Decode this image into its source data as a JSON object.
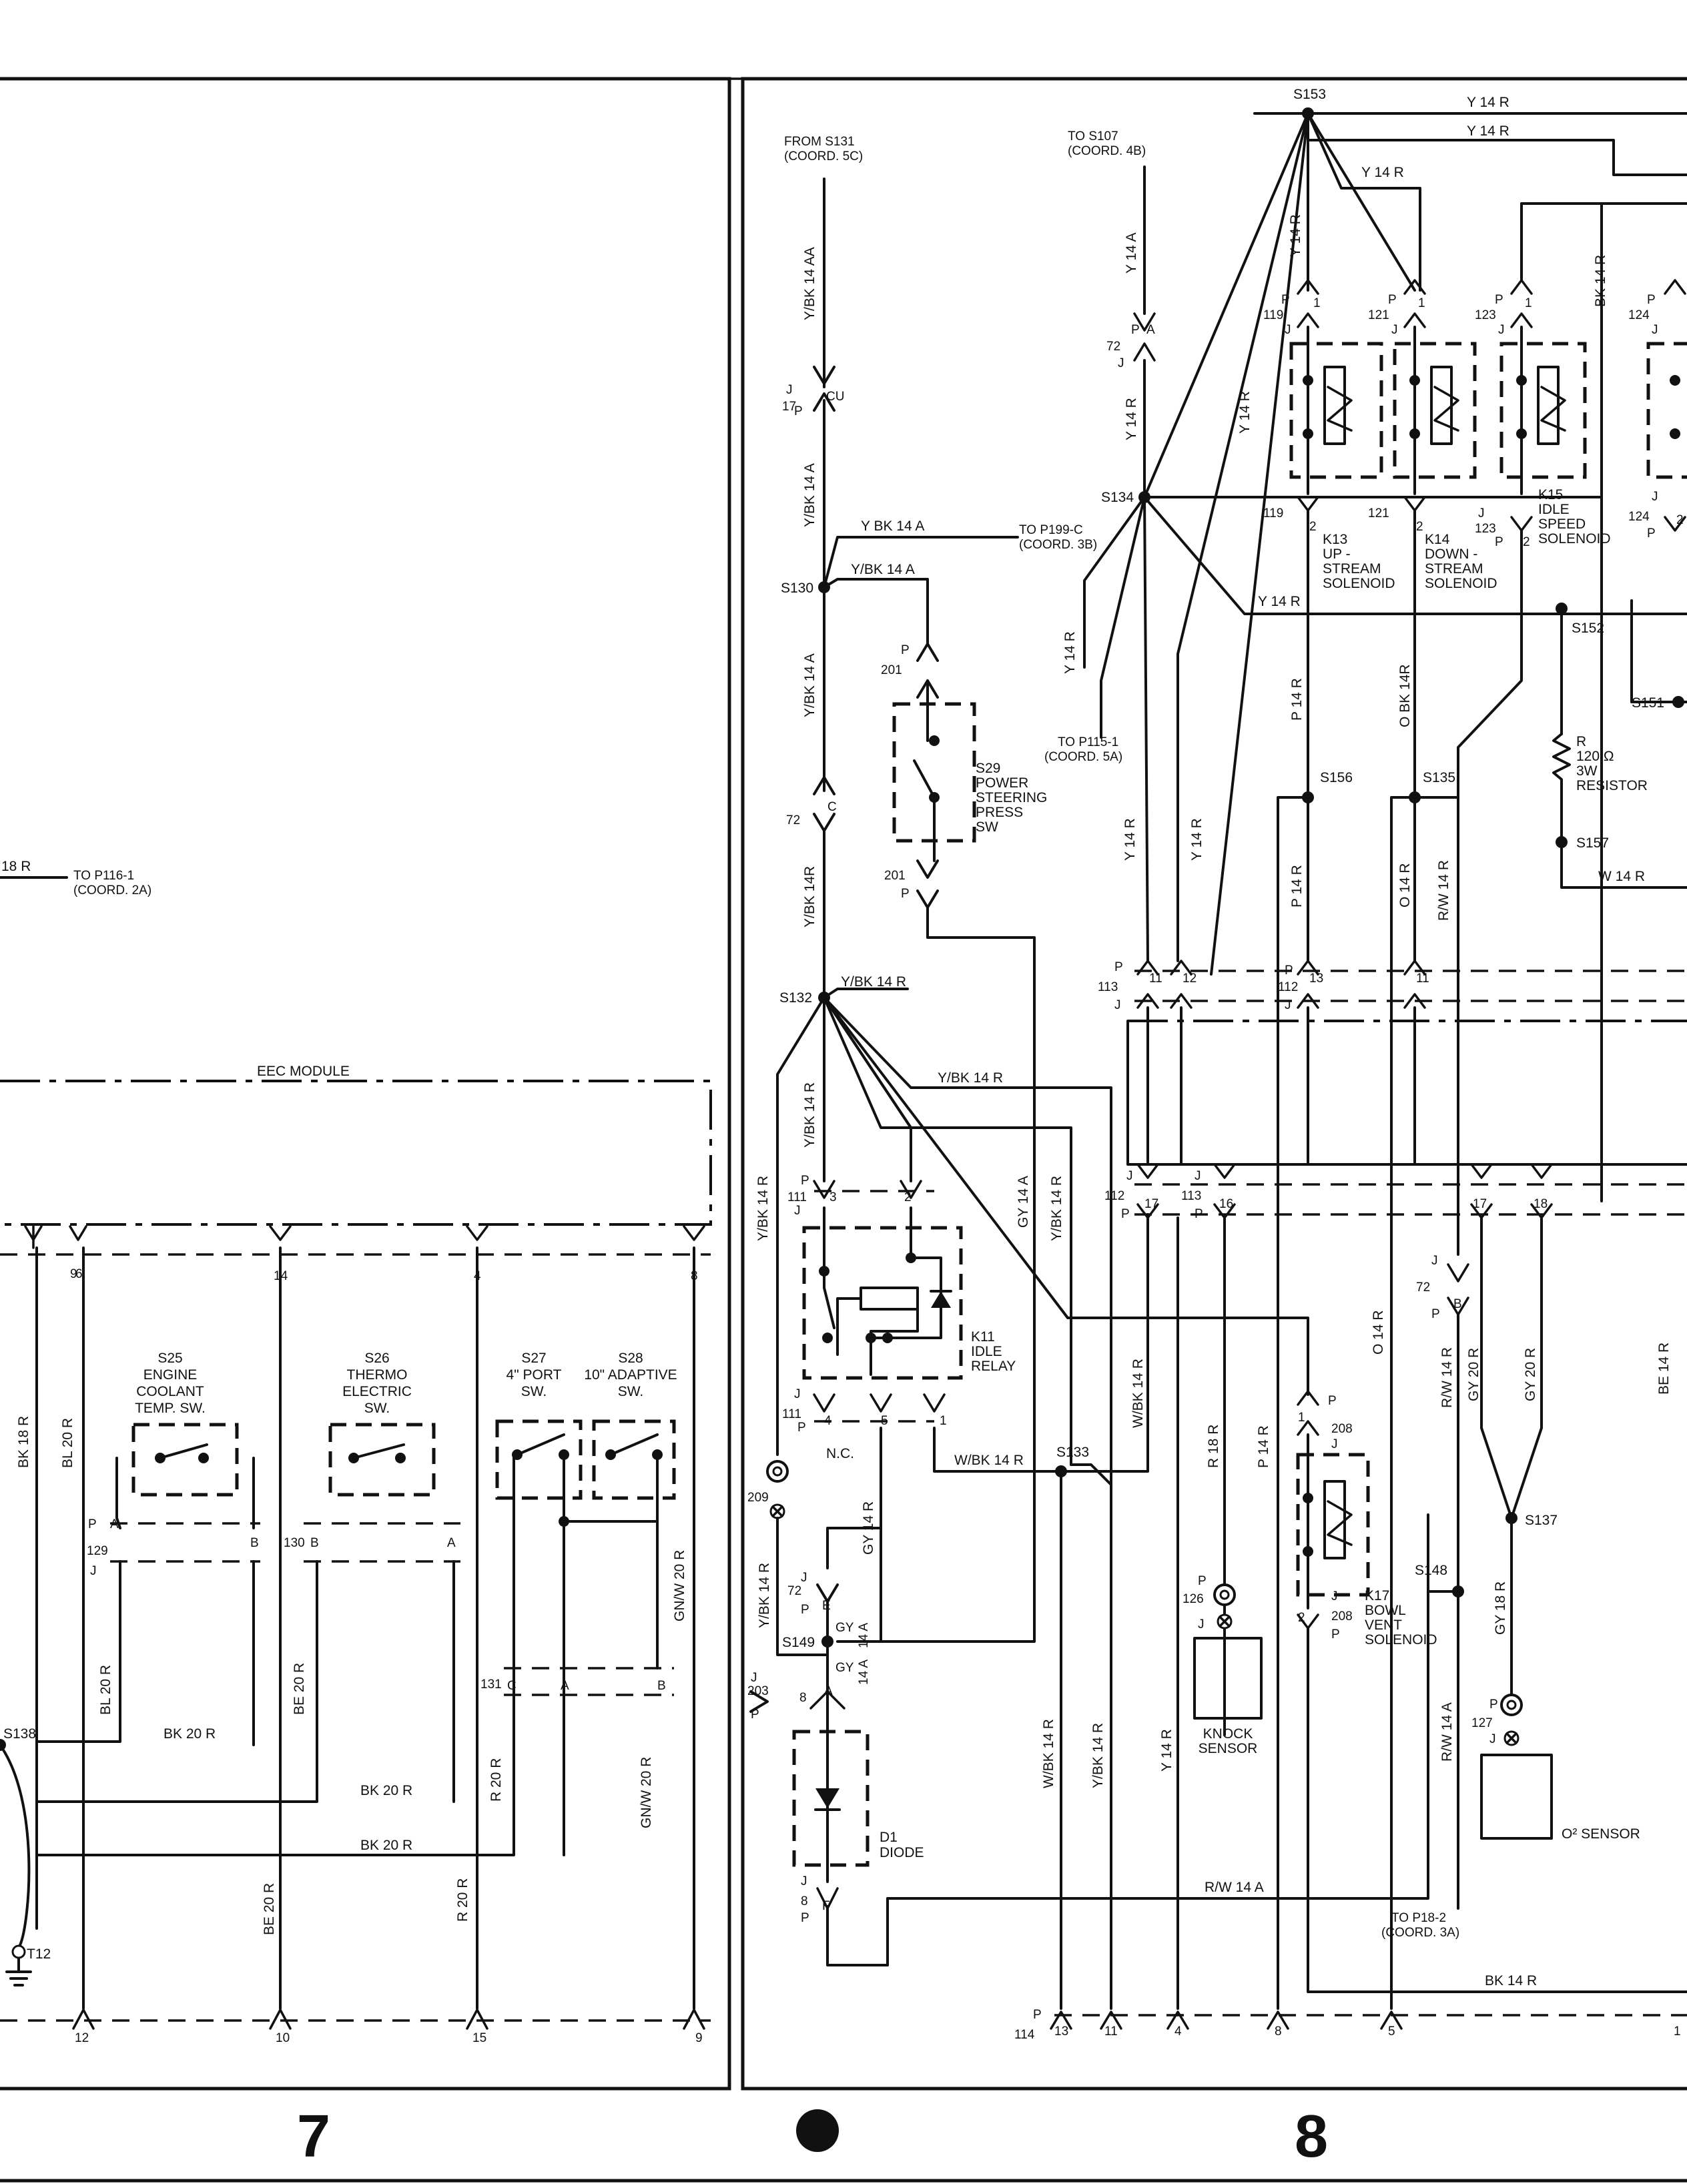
{
  "frame": {
    "left_panel_number": "7",
    "right_panel_number": "8"
  },
  "left_panel": {
    "top_wire": {
      "color_code": "18 R",
      "to": "TO P116-1",
      "coord": "(COORD. 2A)"
    },
    "module": "EEC MODULE",
    "top_pins": [
      "9",
      "6",
      "14",
      "4",
      "8"
    ],
    "bottom_pins": [
      "12",
      "10",
      "15",
      "9"
    ],
    "switches": [
      {
        "id": "S25",
        "l1": "ENGINE",
        "l2": "COOLANT",
        "l3": "TEMP. SW."
      },
      {
        "id": "S26",
        "l1": "THERMO",
        "l2": "ELECTRIC",
        "l3": "SW."
      },
      {
        "id": "S27",
        "l1": "4\" PORT",
        "l2": "SW.",
        "l3": ""
      },
      {
        "id": "S28",
        "l1": "10\" ADAPTIVE",
        "l2": "SW.",
        "l3": ""
      }
    ],
    "wires": [
      "BK 18 R",
      "BL 20 R",
      "BL 20 R",
      "BE 20 R",
      "BE 20 R",
      "R 20 R",
      "R 20 R",
      "GN/W 20 R",
      "GN/W 20 R",
      "BK 20 R",
      "BK 20 R",
      "BK 20 R"
    ],
    "connectors": [
      "129",
      "130",
      "131",
      "P",
      "J",
      "A",
      "B",
      "C"
    ],
    "splice": "S138",
    "ground": "T12"
  },
  "right_panel": {
    "from_s131": "FROM S131",
    "from_s131_coord": "(COORD. 5C)",
    "to_s107": "TO S107",
    "to_s107_coord": "(COORD. 4B)",
    "to_p199": "TO P199-C",
    "to_p199_coord": "(COORD. 3B)",
    "to_p115": "TO P115-1",
    "to_p115_coord": "(COORD. 5A)",
    "to_p18": "TO P18-2",
    "to_p18_coord": "(COORD. 3A)",
    "splices": [
      "S153",
      "S134",
      "S130",
      "S132",
      "S133",
      "S149",
      "S152",
      "S151",
      "S156",
      "S135",
      "S157",
      "S148",
      "S137"
    ],
    "wire_labels": {
      "y14r": "Y 14 R",
      "ybk14aa": "Y/BK 14 AA",
      "ybk14a": "Y/BK 14 A",
      "ybk14a_h": "Y BK 14 A",
      "ybk14r": "Y/BK 14 R",
      "ybk14r_alt": "Y/BK 14R",
      "y14a": "Y 14 A",
      "bk14r": "BK 14 R",
      "p14r": "P 14 R",
      "obk14r": "O BK 14R",
      "o14r": "O 14 R",
      "rw14r": "R/W 14 R",
      "w14r": "W 14 R",
      "gy14a": "GY 14 A",
      "gy14r": "GY 14 R",
      "wbk14r": "W/BK 14 R",
      "r18r": "R 18 R",
      "gy20r": "GY 20 R",
      "gy18r": "GY 18 R",
      "be14r": "BE 14 R",
      "rw14a": "R/W 14 A",
      "gy": "GY",
      "ga14a": "14 A"
    },
    "components": {
      "k13": [
        "K13",
        "UP -",
        "STREAM",
        "SOLENOID"
      ],
      "k14": [
        "K14",
        "DOWN -",
        "STREAM",
        "SOLENOID"
      ],
      "k15": [
        "K15",
        "IDLE",
        "SPEED",
        "SOLENOID"
      ],
      "s29": [
        "S29",
        "POWER",
        "STEERING",
        "PRESS",
        "SW"
      ],
      "k11": [
        "K11",
        "IDLE",
        "RELAY"
      ],
      "k17": [
        "K17",
        "BOWL",
        "VENT",
        "SOLENOID"
      ],
      "d1": [
        "D1",
        "DIODE"
      ],
      "knock": [
        "KNOCK",
        "SENSOR"
      ],
      "o2": "O² SENSOR",
      "resistor": [
        "R",
        "120 Ω",
        "3W",
        "RESISTOR"
      ],
      "nc": "N.C."
    },
    "connector_numbers": [
      "119",
      "121",
      "123",
      "124",
      "72",
      "17",
      "201",
      "111",
      "112",
      "113",
      "114",
      "126",
      "127",
      "203",
      "208",
      "209"
    ],
    "pin_labels": [
      "P",
      "J",
      "A",
      "C",
      "CU",
      "E",
      "F",
      "B",
      "1",
      "2",
      "3",
      "4",
      "5",
      "8",
      "11",
      "12",
      "13",
      "16",
      "17",
      "18"
    ]
  }
}
